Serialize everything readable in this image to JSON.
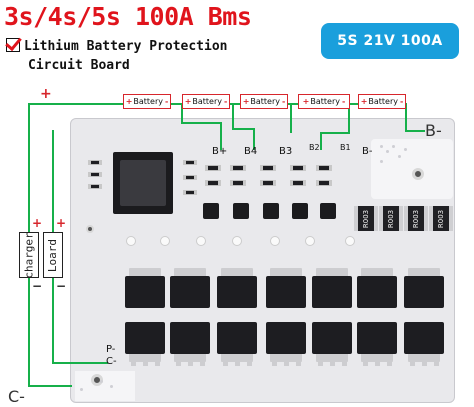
{
  "header": {
    "title": "3s/4s/5s 100A Bms",
    "subtitle_line1": "Lithium Battery Protection",
    "subtitle_line2": "Circuit Board"
  },
  "badge": {
    "text": "5S 21V 100A"
  },
  "battery_cells": [
    {
      "label": "Battery"
    },
    {
      "label": "Battery"
    },
    {
      "label": "Battery"
    },
    {
      "label": "Battery"
    },
    {
      "label": "Battery"
    }
  ],
  "loads": {
    "charger": "charger",
    "load": "Loard"
  },
  "pads": {
    "b_minus_right": "B-",
    "b_minus_small": "B-",
    "b_plus": "B+",
    "b4": "B4",
    "b3": "B3",
    "b2": "B2",
    "b1": "B1",
    "p_minus": "P-",
    "c_minus_small": "C-",
    "c_minus_big": "C-"
  },
  "signs": {
    "plus": "+",
    "minus": "−"
  },
  "shunts": [
    "R003",
    "R003",
    "R003",
    "R003"
  ],
  "colors": {
    "title": "#e0141c",
    "badge": "#1a9fdc",
    "wire_green": "#16b04a",
    "wire_red": "#d7262c"
  }
}
